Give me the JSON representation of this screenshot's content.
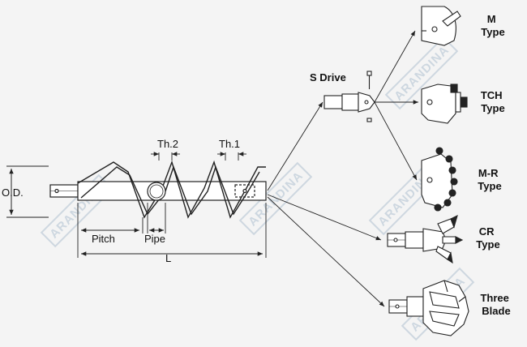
{
  "labels": {
    "od": "O.D.",
    "th2": "Th.2",
    "th1": "Th.1",
    "pitch": "Pitch",
    "pipe": "Pipe",
    "length": "L",
    "s_drive": "S Drive"
  },
  "types": [
    {
      "line1": "M",
      "line2": "Type"
    },
    {
      "line1": "TCH",
      "line2": "Type"
    },
    {
      "line1": "M-R",
      "line2": "Type"
    },
    {
      "line1": "CR",
      "line2": "Type"
    },
    {
      "line1": "Three",
      "line2": "Blade"
    }
  ],
  "watermark": "ARANDINA",
  "colors": {
    "line": "#222222",
    "fill": "#ffffff",
    "background": "#f4f4f4",
    "watermark": "#9fb4c8"
  }
}
